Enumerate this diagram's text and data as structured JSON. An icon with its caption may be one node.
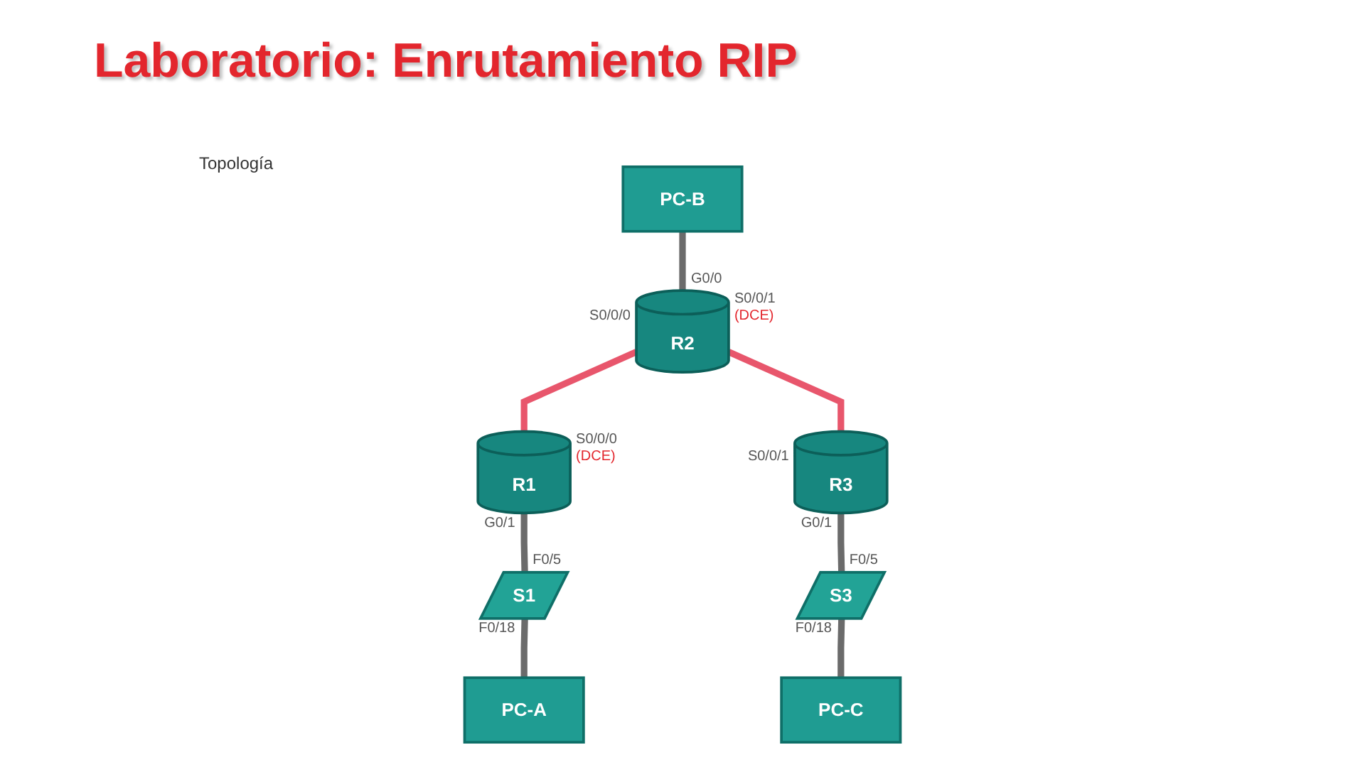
{
  "diagram": {
    "title": "Laboratorio: Enrutamiento RIP",
    "nodes": [
      {
        "text": [
          "PC-B"
        ]
      },
      {
        "text": [
          "R2"
        ],
        "beside": [
          "G0/0",
          "S0/0/0",
          "S0/0/1",
          "(DCE)"
        ]
      },
      {
        "text": [
          "R1"
        ],
        "beside": [
          "S0/0/0",
          "(DCE)",
          "G0/1"
        ]
      },
      {
        "text": [
          "R3"
        ],
        "beside": [
          "S0/0/1",
          "G0/1"
        ]
      },
      {
        "text": [
          "S1"
        ],
        "beside": [
          "F0/5",
          "F0/18"
        ]
      },
      {
        "text": [
          "S3"
        ],
        "beside": [
          "F0/5",
          "F0/18"
        ]
      },
      {
        "text": [
          "PC-A"
        ]
      },
      {
        "text": [
          "PC-C"
        ]
      }
    ],
    "edges": [
      {
        "from": 0,
        "to": 1,
        "arrow": "none"
      },
      {
        "from": 1,
        "to": 2,
        "arrow": "none",
        "color": "#e8566c"
      },
      {
        "from": 1,
        "to": 3,
        "arrow": "none",
        "color": "#e8566c"
      },
      {
        "from": 2,
        "to": 4,
        "arrow": "none"
      },
      {
        "from": 4,
        "to": 6,
        "arrow": "none"
      },
      {
        "from": 3,
        "to": 5,
        "arrow": "none"
      },
      {
        "from": 5,
        "to": 7,
        "arrow": "none"
      }
    ],
    "labels": [
      "Topología"
    ]
  }
}
